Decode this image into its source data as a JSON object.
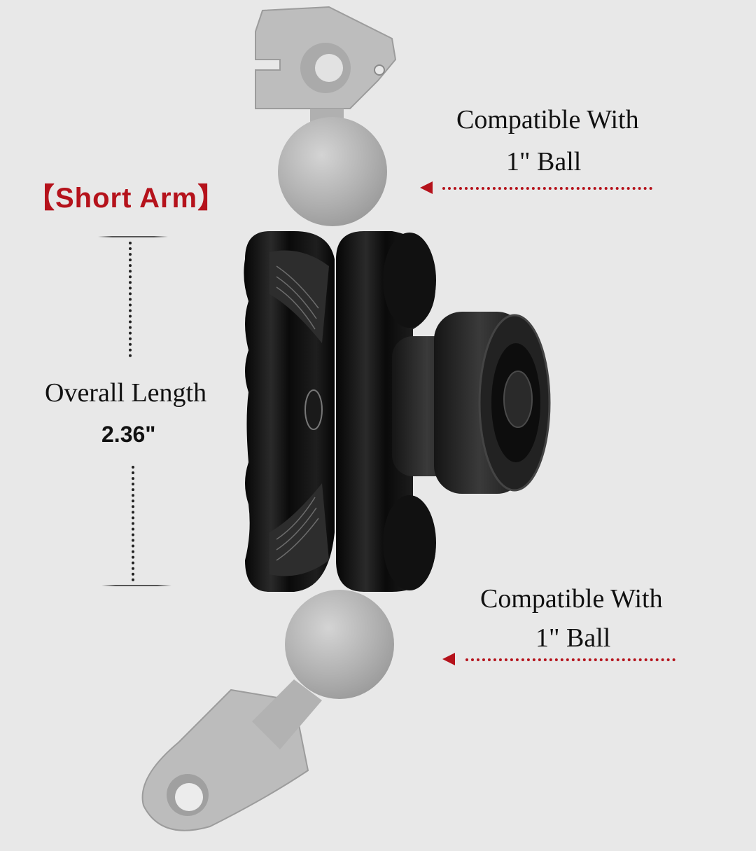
{
  "title": {
    "bracket_left": "【",
    "text": "Short Arm",
    "bracket_right": "】",
    "color": "#b5121b"
  },
  "dimension": {
    "label": "Overall Length",
    "value": "2.36\""
  },
  "callouts": [
    {
      "line1": "Compatible With",
      "line2": "1\" Ball",
      "arrow": "left-arrow",
      "arrow_color": "#b5121b"
    },
    {
      "line1": "Compatible With",
      "line2": "1\" Ball",
      "arrow": "left-arrow",
      "arrow_color": "#b5121b"
    }
  ],
  "product": {
    "top_part": "handlebar-clamp-with-ball",
    "main_part": "double-socket-short-arm-with-knob",
    "bottom_part": "mirror-mount-base-with-ball",
    "background_color": "#e8e8e8"
  }
}
